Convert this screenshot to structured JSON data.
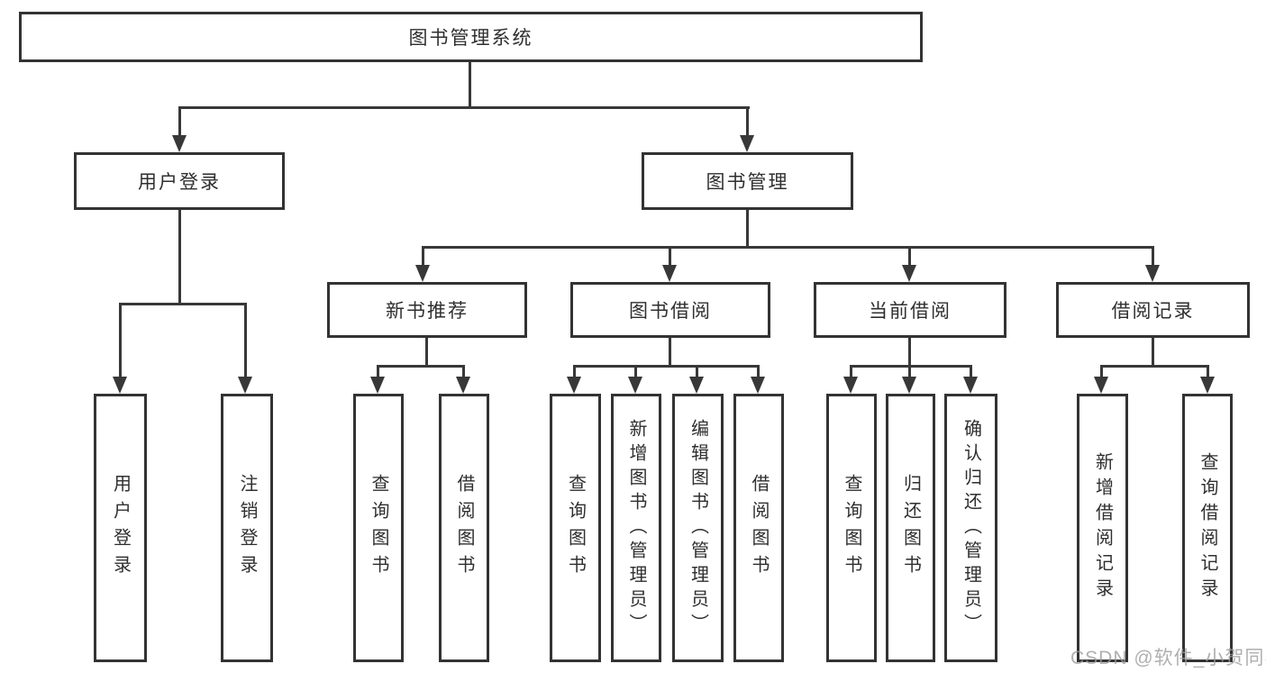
{
  "diagram": {
    "title": "图书管理系统",
    "level2": {
      "user_login": "用户登录",
      "book_mgmt": "图书管理"
    },
    "level3": {
      "new_book_rec": "新书推荐",
      "book_borrow": "图书借阅",
      "current_borrow": "当前借阅",
      "borrow_record": "借阅记录"
    },
    "leaves": {
      "login": [
        "用户登录",
        "注销登录"
      ],
      "new_book_rec": [
        "查询图书",
        "借阅图书"
      ],
      "book_borrow": [
        "查询图书",
        "新增图书（管理员）",
        "编辑图书（管理员）",
        "借阅图书"
      ],
      "current_borrow": [
        "查询图书",
        "归还图书",
        "确认归还（管理员）"
      ],
      "borrow_record": [
        "新增借阅记录",
        "查询借阅记录"
      ]
    }
  },
  "watermark": "CSDN @软件_小贺同学",
  "colors": {
    "line": "#383838",
    "border": "#333333",
    "text": "#2f2f2f",
    "background": "#ffffff",
    "watermark": "#9b9b9b"
  }
}
